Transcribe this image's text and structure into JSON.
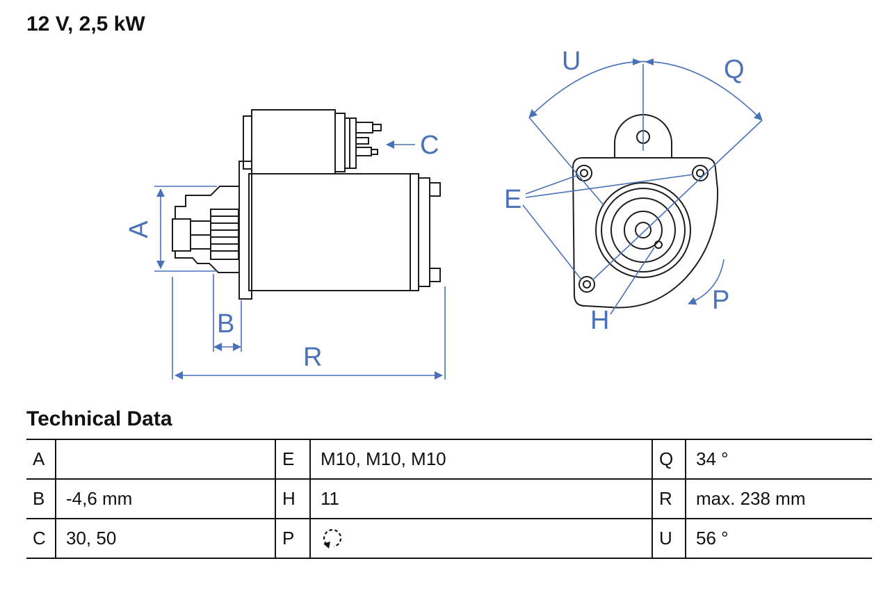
{
  "title": "12 V, 2,5 kW",
  "section": {
    "heading": "Technical Data"
  },
  "diagram": {
    "labels": {
      "A": "A",
      "B": "B",
      "C": "C",
      "R": "R",
      "U": "U",
      "Q": "Q",
      "E": "E",
      "H": "H",
      "P": "P"
    },
    "colors": {
      "outline": "#1c1c1c",
      "dimension": "#4a72b8"
    }
  },
  "table": {
    "rows": [
      {
        "k1": "A",
        "v1": "",
        "k2": "E",
        "v2": "M10, M10, M10",
        "k3": "Q",
        "v3": "34 °"
      },
      {
        "k1": "B",
        "v1": "-4,6 mm",
        "k2": "H",
        "v2": "11",
        "k3": "R",
        "v3": "max. 238 mm"
      },
      {
        "k1": "C",
        "v1": "30, 50",
        "k2": "P",
        "v2": "",
        "k3": "U",
        "v3": "56 °"
      }
    ],
    "p_icon": "rotation-ccw"
  }
}
